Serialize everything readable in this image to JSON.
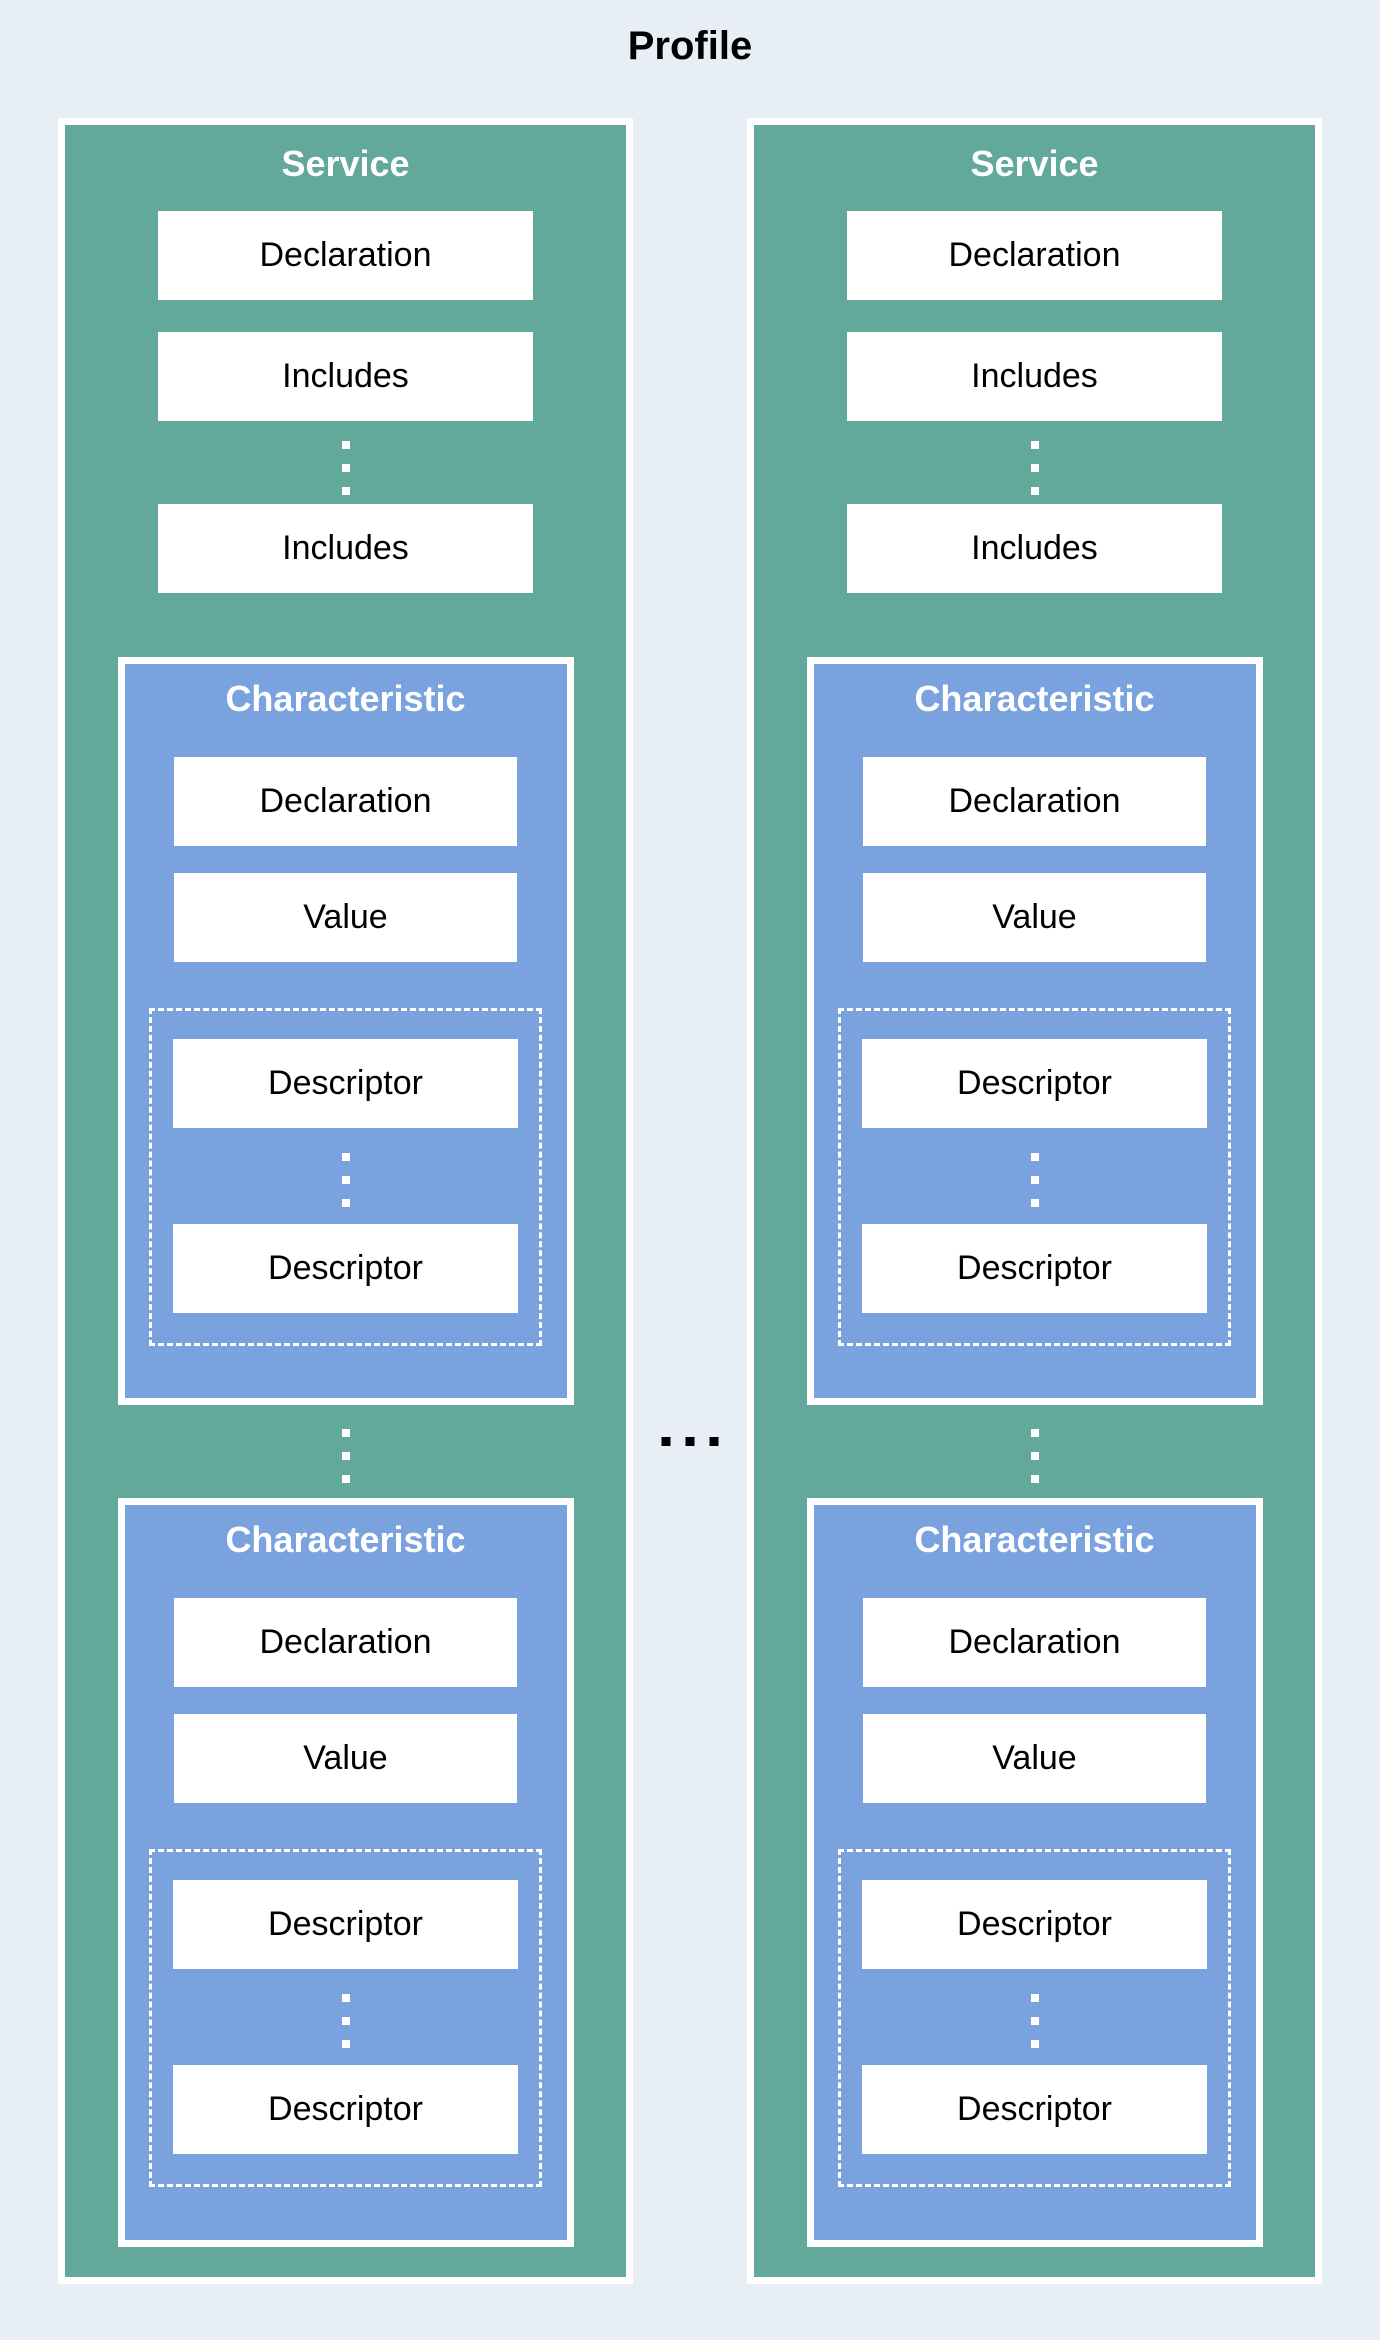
{
  "colors": {
    "background": "#E8EEF5",
    "service_green": "#62A99B",
    "characteristic_blue": "#7AA2DE",
    "box_white": "#FFFFFF",
    "text_black": "#000000",
    "header_text_white": "#FFFFFF"
  },
  "profile": {
    "title": "Profile"
  },
  "services": [
    {
      "title": "Service",
      "declaration": "Declaration",
      "includes_first": "Includes",
      "includes_last": "Includes",
      "characteristics": [
        {
          "title": "Characteristic",
          "declaration": "Declaration",
          "value": "Value",
          "descriptor_first": "Descriptor",
          "descriptor_last": "Descriptor"
        },
        {
          "title": "Characteristic",
          "declaration": "Declaration",
          "value": "Value",
          "descriptor_first": "Descriptor",
          "descriptor_last": "Descriptor"
        }
      ]
    },
    {
      "title": "Service",
      "declaration": "Declaration",
      "includes_first": "Includes",
      "includes_last": "Includes",
      "characteristics": [
        {
          "title": "Characteristic",
          "declaration": "Declaration",
          "value": "Value",
          "descriptor_first": "Descriptor",
          "descriptor_last": "Descriptor"
        },
        {
          "title": "Characteristic",
          "declaration": "Declaration",
          "value": "Value",
          "descriptor_first": "Descriptor",
          "descriptor_last": "Descriptor"
        }
      ]
    }
  ]
}
